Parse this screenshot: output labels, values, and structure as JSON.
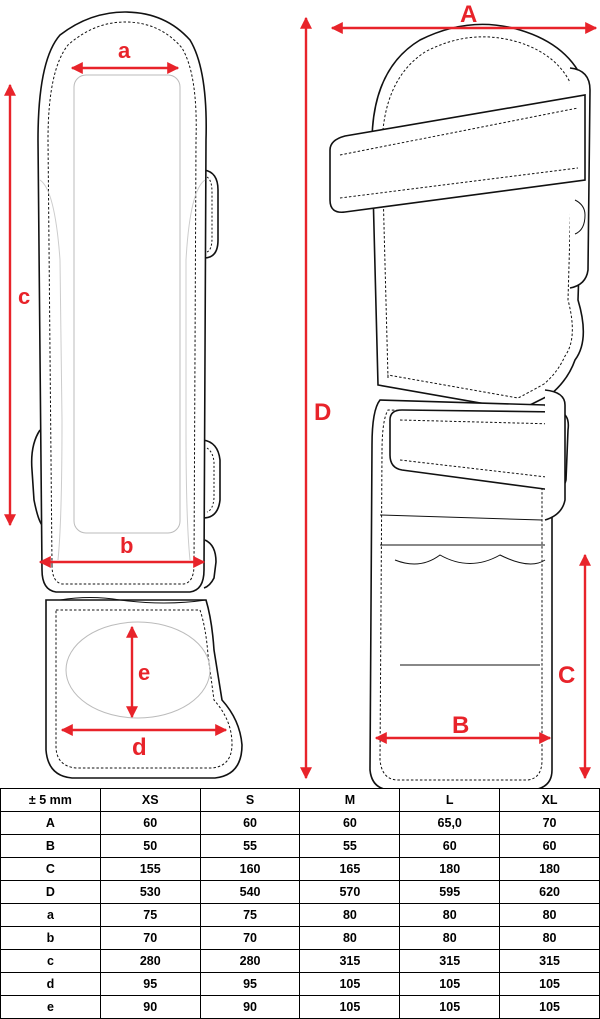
{
  "labels": {
    "A": "A",
    "B": "B",
    "C": "C",
    "D": "D",
    "a": "a",
    "b": "b",
    "c": "c",
    "d": "d",
    "e": "e"
  },
  "colors": {
    "dimension": "#e8232a",
    "outline": "#111111"
  },
  "table": {
    "headers": [
      "± 5 mm",
      "XS",
      "S",
      "M",
      "L",
      "XL"
    ],
    "rows": [
      [
        "A",
        "60",
        "60",
        "60",
        "65,0",
        "70"
      ],
      [
        "B",
        "50",
        "55",
        "55",
        "60",
        "60"
      ],
      [
        "C",
        "155",
        "160",
        "165",
        "180",
        "180"
      ],
      [
        "D",
        "530",
        "540",
        "570",
        "595",
        "620"
      ],
      [
        "a",
        "75",
        "75",
        "80",
        "80",
        "80"
      ],
      [
        "b",
        "70",
        "70",
        "80",
        "80",
        "80"
      ],
      [
        "c",
        "280",
        "280",
        "315",
        "315",
        "315"
      ],
      [
        "d",
        "95",
        "95",
        "105",
        "105",
        "105"
      ],
      [
        "e",
        "90",
        "90",
        "105",
        "105",
        "105"
      ]
    ]
  }
}
